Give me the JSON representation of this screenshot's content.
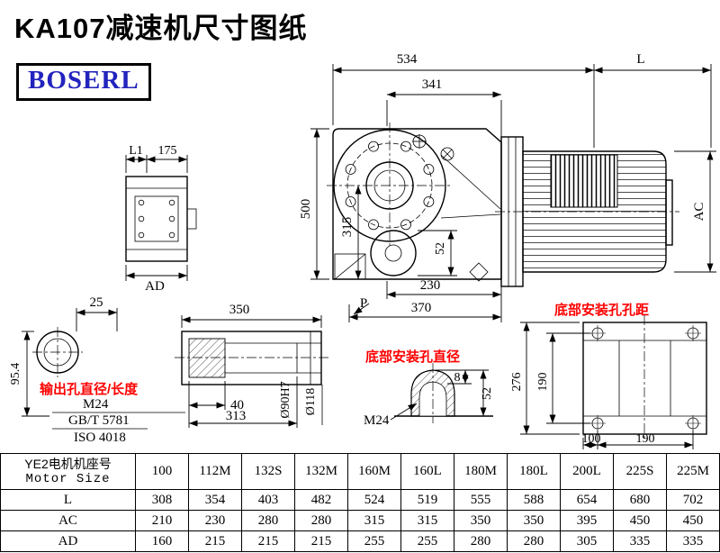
{
  "page": {
    "title": "KA107减速机尺寸图纸",
    "brand": "BOSERL"
  },
  "red_notes": {
    "output_hole": "输出孔直径/长度",
    "bottom_hole_dia": "底部安装孔直径",
    "bottom_hole_spacing": "底部安装孔孔距"
  },
  "dims": {
    "main_top_width": "534",
    "main_inner_width": "341",
    "motor_length": "L",
    "main_height": "500",
    "flange_height": "315",
    "bottom_circle": "52",
    "bottom_width1": "230",
    "bottom_width2": "370",
    "p_label": "P",
    "motor_diameter": "AC",
    "side_l1": "L1",
    "side_width": "175",
    "side_ad": "AD",
    "shaft_key": "25",
    "shaft_height": "95.4",
    "thread": "M24",
    "standard1": "GB/T 5781",
    "standard2": "ISO 4018",
    "output_length": "350",
    "hub_width": "40",
    "output_total": "313",
    "bore_dia": "Ø90H7",
    "outer_dia": "Ø118",
    "hole_thread": "M24",
    "hole_depth": "8",
    "hole_height": "52",
    "base_height": "276",
    "base_hole_v": "190",
    "base_hole_w1": "100",
    "base_hole_w2": "190"
  },
  "table": {
    "header_line1": "YE2电机机座号",
    "header_line2": "Motor Size",
    "sizes": [
      "100",
      "112M",
      "132S",
      "132M",
      "160M",
      "160L",
      "180M",
      "180L",
      "200L",
      "225S",
      "225M"
    ],
    "rows": [
      {
        "label": "L",
        "values": [
          "308",
          "354",
          "403",
          "482",
          "524",
          "519",
          "555",
          "588",
          "654",
          "680",
          "702"
        ]
      },
      {
        "label": "AC",
        "values": [
          "210",
          "230",
          "280",
          "280",
          "315",
          "315",
          "350",
          "350",
          "395",
          "450",
          "450"
        ]
      },
      {
        "label": "AD",
        "values": [
          "160",
          "215",
          "215",
          "215",
          "255",
          "255",
          "280",
          "280",
          "305",
          "335",
          "335"
        ]
      }
    ]
  }
}
